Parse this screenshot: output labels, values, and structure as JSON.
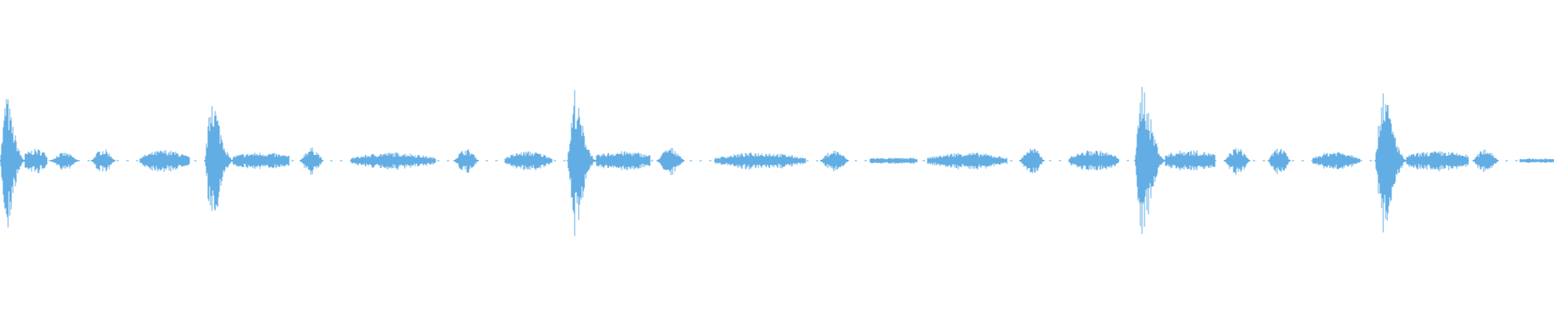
{
  "waveform": {
    "color": "#62ade4",
    "baseline_color": "#62ade4",
    "segments": [
      {
        "start": 0.0,
        "end": 0.016,
        "kind": "burst",
        "amp": 0.62
      },
      {
        "start": 0.016,
        "end": 0.03,
        "kind": "tail",
        "amp": 0.1
      },
      {
        "start": 0.033,
        "end": 0.05,
        "kind": "pulse",
        "amp": 0.07
      },
      {
        "start": 0.059,
        "end": 0.074,
        "kind": "pulse",
        "amp": 0.1
      },
      {
        "start": 0.09,
        "end": 0.122,
        "kind": "swell",
        "amp": 0.09
      },
      {
        "start": 0.132,
        "end": 0.15,
        "kind": "burst",
        "amp": 0.64
      },
      {
        "start": 0.15,
        "end": 0.186,
        "kind": "tail",
        "amp": 0.07
      },
      {
        "start": 0.193,
        "end": 0.208,
        "kind": "pulse",
        "amp": 0.11
      },
      {
        "start": 0.226,
        "end": 0.28,
        "kind": "swell",
        "amp": 0.07
      },
      {
        "start": 0.292,
        "end": 0.308,
        "kind": "pulse",
        "amp": 0.1
      },
      {
        "start": 0.325,
        "end": 0.355,
        "kind": "swell",
        "amp": 0.08
      },
      {
        "start": 0.365,
        "end": 0.384,
        "kind": "burst",
        "amp": 0.62
      },
      {
        "start": 0.384,
        "end": 0.418,
        "kind": "tail",
        "amp": 0.08
      },
      {
        "start": 0.423,
        "end": 0.44,
        "kind": "pulse",
        "amp": 0.11
      },
      {
        "start": 0.46,
        "end": 0.518,
        "kind": "swell",
        "amp": 0.07
      },
      {
        "start": 0.528,
        "end": 0.546,
        "kind": "pulse",
        "amp": 0.09
      },
      {
        "start": 0.56,
        "end": 0.59,
        "kind": "flat",
        "amp": 0.04
      },
      {
        "start": 0.597,
        "end": 0.648,
        "kind": "swell",
        "amp": 0.07
      },
      {
        "start": 0.656,
        "end": 0.672,
        "kind": "pulse",
        "amp": 0.11
      },
      {
        "start": 0.688,
        "end": 0.72,
        "kind": "swell",
        "amp": 0.09
      },
      {
        "start": 0.73,
        "end": 0.75,
        "kind": "burst",
        "amp": 0.72
      },
      {
        "start": 0.75,
        "end": 0.782,
        "kind": "tail",
        "amp": 0.09
      },
      {
        "start": 0.788,
        "end": 0.804,
        "kind": "pulse",
        "amp": 0.11
      },
      {
        "start": 0.816,
        "end": 0.83,
        "kind": "pulse",
        "amp": 0.11
      },
      {
        "start": 0.845,
        "end": 0.875,
        "kind": "swell",
        "amp": 0.08
      },
      {
        "start": 0.885,
        "end": 0.905,
        "kind": "burst",
        "amp": 0.7
      },
      {
        "start": 0.905,
        "end": 0.945,
        "kind": "tail",
        "amp": 0.08
      },
      {
        "start": 0.948,
        "end": 0.964,
        "kind": "pulse",
        "amp": 0.1
      },
      {
        "start": 0.978,
        "end": 1.0,
        "kind": "flat",
        "amp": 0.03
      }
    ]
  }
}
